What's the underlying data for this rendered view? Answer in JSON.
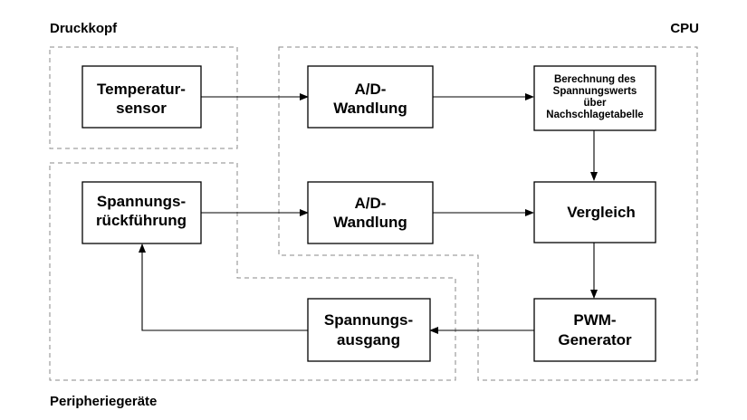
{
  "regions": {
    "druckkopf": "Druckkopf",
    "cpu": "CPU",
    "peripherie": "Peripheriegeräte"
  },
  "nodes": {
    "temperatursensor": [
      "Temperatur-",
      "sensor"
    ],
    "ad_wandlung_1": [
      "A/D-",
      "Wandlung"
    ],
    "berechnung": [
      "Berechnung des",
      "Spannungswerts",
      "über",
      "Nachschlagetabelle"
    ],
    "spannungsrueckfuehrung": [
      "Spannungs-",
      "rückführung"
    ],
    "ad_wandlung_2": [
      "A/D-",
      "Wandlung"
    ],
    "vergleich": [
      "Vergleich"
    ],
    "spannungsausgang": [
      "Spannungs-",
      "ausgang"
    ],
    "pwm_generator": [
      "PWM-",
      "Generator"
    ]
  }
}
